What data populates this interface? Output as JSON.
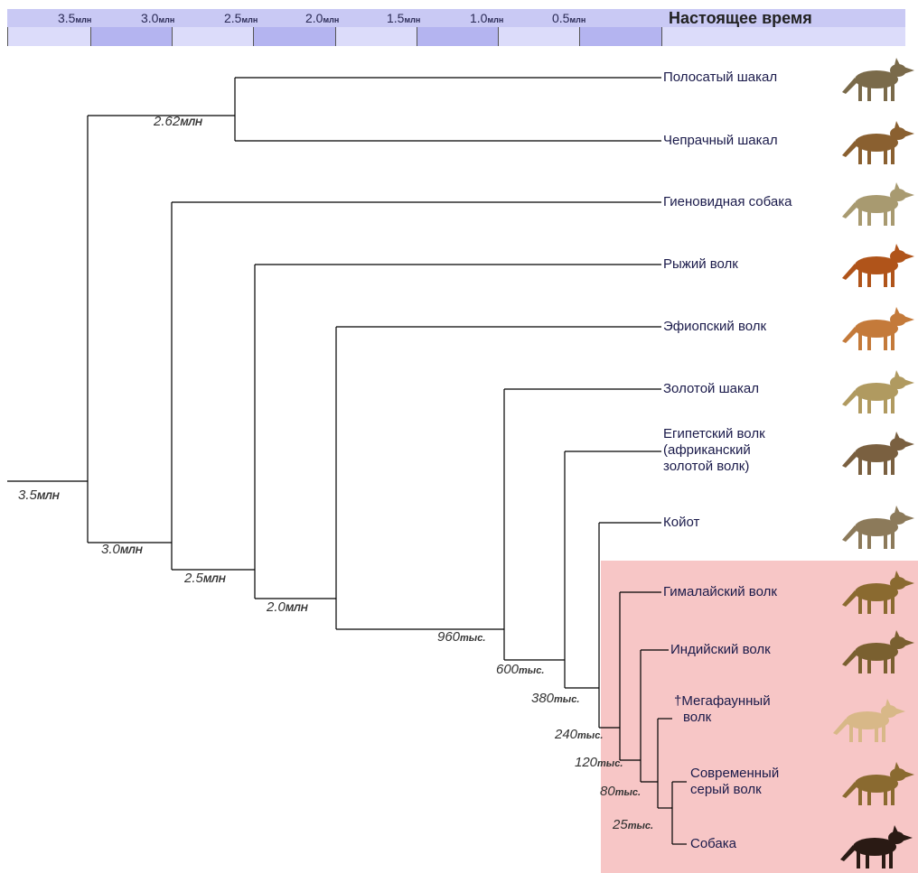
{
  "timescale": {
    "ticks": [
      {
        "value": "3.5",
        "unit": "млн"
      },
      {
        "value": "3.0",
        "unit": "млн"
      },
      {
        "value": "2.5",
        "unit": "млн"
      },
      {
        "value": "2.0",
        "unit": "млн"
      },
      {
        "value": "1.5",
        "unit": "млн"
      },
      {
        "value": "1.0",
        "unit": "млн"
      },
      {
        "value": "0.5",
        "unit": "млн"
      }
    ],
    "present_label": "Настоящее время"
  },
  "taxa": [
    {
      "label": "Полосатый шакал",
      "icon": "striped-jackal-icon"
    },
    {
      "label": "Чепрачный шакал",
      "icon": "black-backed-jackal-icon"
    },
    {
      "label": "Гиеновидная собака",
      "icon": "african-wild-dog-icon"
    },
    {
      "label": "Рыжий волк",
      "icon": "dhole-icon"
    },
    {
      "label": "Эфиопский волк",
      "icon": "ethiopian-wolf-icon"
    },
    {
      "label": "Золотой шакал",
      "icon": "golden-jackal-icon"
    },
    {
      "label_lines": [
        "Египетский волк",
        "(африканский",
        "золотой волк)"
      ],
      "icon": "african-golden-wolf-icon"
    },
    {
      "label": "Койот",
      "icon": "coyote-icon"
    },
    {
      "label": "Гималайский волк",
      "icon": "himalayan-wolf-icon"
    },
    {
      "label": "Индийский волк",
      "icon": "indian-wolf-icon"
    },
    {
      "label_lines": [
        "Мегафаунный",
        "волк"
      ],
      "dagger": "†",
      "icon": "megafaunal-wolf-icon"
    },
    {
      "label_lines": [
        "Современный",
        "серый волк"
      ],
      "icon": "gray-wolf-icon"
    },
    {
      "label": "Собака",
      "icon": "dog-icon"
    }
  ],
  "nodes": [
    {
      "value": "3.5",
      "unit": "МЛН"
    },
    {
      "value": "3.0",
      "unit": "МЛН"
    },
    {
      "value": "2.62",
      "unit": "МЛН"
    },
    {
      "value": "2.5",
      "unit": "МЛН"
    },
    {
      "value": "2.0",
      "unit": "МЛН"
    },
    {
      "value": "960",
      "unit": "тыс."
    },
    {
      "value": "600",
      "unit": "тыс."
    },
    {
      "value": "380",
      "unit": "тыс."
    },
    {
      "value": "240",
      "unit": "тыс."
    },
    {
      "value": "120",
      "unit": "тыс."
    },
    {
      "value": "80",
      "unit": "тыс."
    },
    {
      "value": "25",
      "unit": "тыс."
    }
  ],
  "colors": {
    "timebar_light": "#dcdcfa",
    "timebar_dark": "#b4b4f0",
    "highlight": "#f7c6c6",
    "line": "#000000"
  }
}
